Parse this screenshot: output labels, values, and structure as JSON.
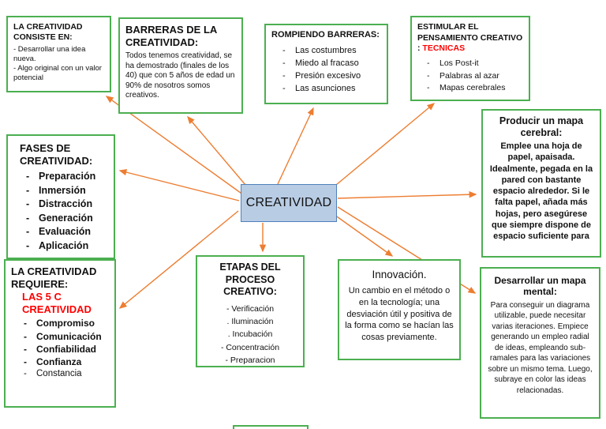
{
  "center": {
    "label": "CREATIVIDAD"
  },
  "ui": {
    "dash": "-"
  },
  "colors": {
    "box_border": "#4caf50",
    "center_fill": "#b8cce4",
    "center_border": "#4f81bd",
    "arrow": "#ed7d31",
    "highlight_red": "#ff0000"
  },
  "boxes": {
    "consiste": {
      "title": "LA CREATIVIDAD CONSISTE EN:",
      "lines": [
        "- Desarrollar una idea nueva.",
        "- Algo original con un valor potencial"
      ]
    },
    "barreras": {
      "title": "BARRERAS DE LA CREATIVIDAD:",
      "body": "Todos tenemos creatividad, se ha demostrado (finales de los 40) que con 5 años de edad un 90% de nosotros somos creativos."
    },
    "rompiendo": {
      "title": "ROMPIENDO BARRERAS:",
      "items": [
        "Las costumbres",
        "Miedo al fracaso",
        "Presión excesivo",
        "Las asunciones"
      ]
    },
    "estimular": {
      "title": "ESTIMULAR EL PENSAMIENTO CREATIVO : ",
      "highlight": "TECNICAS",
      "items": [
        "Los Post-it",
        "Palabras al azar",
        "Mapas cerebrales"
      ]
    },
    "mapa_cerebral": {
      "title": "Producir un mapa cerebral:",
      "body": "Emplee una hoja de papel, apaisada. Idealmente, pegada en la pared con bastante espacio alrededor. Si le falta papel, añada más hojas, pero asegúrese que siempre dispone de espacio suficiente para"
    },
    "fases": {
      "title": "FASES DE CREATIVIDAD:",
      "items": [
        "Preparación",
        "Inmersión",
        "Distracción",
        "Generación",
        "Evaluación",
        "Aplicación"
      ]
    },
    "requiere": {
      "title": "LA CREATIVIDAD REQUIERE:",
      "subtitle": "LAS 5 C CREATIVIDAD",
      "items": [
        "Compromiso",
        "Comunicación",
        "Confiabilidad",
        "Confianza",
        "Constancia"
      ]
    },
    "etapas": {
      "title": "ETAPAS DEL PROCESO CREATIVO:",
      "items": [
        "- Verificación",
        ". Iluminación",
        ". Incubación",
        "- Concentración",
        "- Preparacion"
      ]
    },
    "innovacion": {
      "title": "Innovación.",
      "body": "Un cambio en el método o en la tecnología; una desviación útil y positiva de la forma como se hacían las cosas previamente."
    },
    "mapa_mental": {
      "title": "Desarrollar un mapa mental:",
      "body": "Para conseguir un diagrama utilizable, puede necesitar varias iteraciones. Empiece generando un empleo radial de ideas, empleando sub-ramales para las variaciones sobre un mismo tema. Luego, subraye en color las ideas relacionadas."
    }
  }
}
